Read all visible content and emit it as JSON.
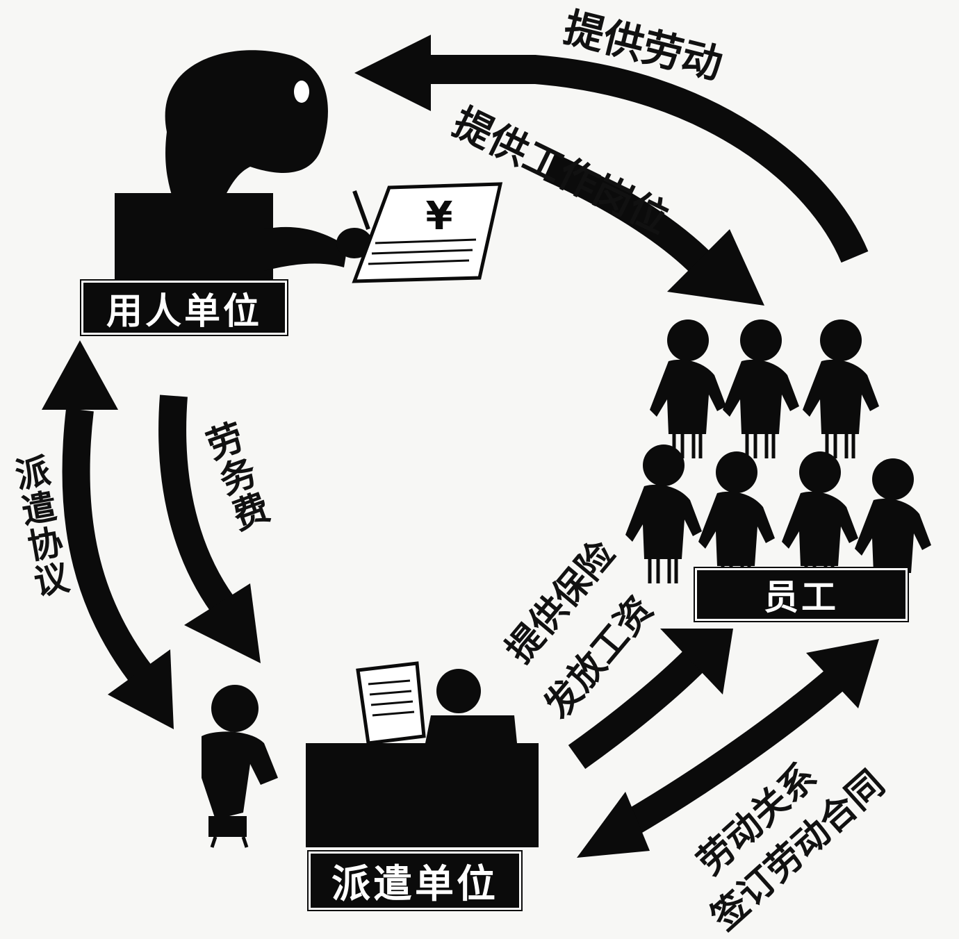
{
  "entities": {
    "employer": "用人单位",
    "employees": "员工",
    "agency": "派遣单位"
  },
  "flows": {
    "provide_labor": "提供劳动",
    "provide_positions": "提供工作岗位",
    "service_fee": "劳务费",
    "dispatch_agreement": "派遣协议",
    "insurance_line1": "提供保险",
    "insurance_line2": "发放工资",
    "labor_relation_line1": "劳动关系",
    "labor_relation_line2": "签订劳动合同"
  },
  "icons": {
    "currency_symbol": "¥"
  },
  "colors": {
    "ink": "#0b0b0b",
    "paper": "#f7f7f5"
  }
}
